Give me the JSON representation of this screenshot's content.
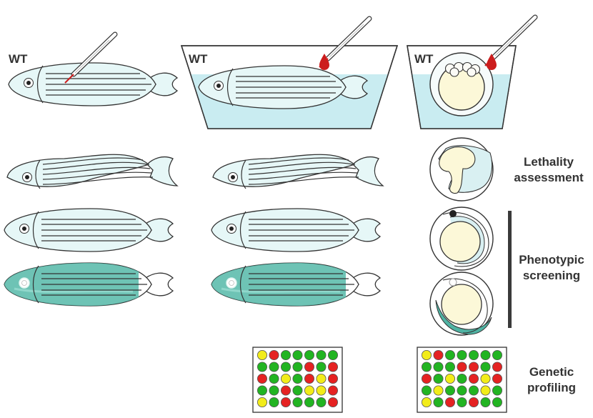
{
  "labels": {
    "wt_adult": "WT",
    "wt_tank": "WT",
    "wt_embryo": "WT",
    "lethality": [
      "Lethality",
      "assessment"
    ],
    "phenotypic": [
      "Phenotypic",
      "screening"
    ],
    "genetic": [
      "Genetic",
      "profiling"
    ]
  },
  "colors": {
    "fish_light": "#e6f7f7",
    "fish_teal": "#4fb3a3",
    "tank_water": "#c9ecf1",
    "yolk": "#fcf8d8",
    "blood_drop": "#cc1d1d",
    "plate_green": "#22b422",
    "plate_red": "#e52222",
    "plate_yellow": "#f2ec1a",
    "screening_bar": "#3a3a3a"
  },
  "icons": [
    "syringe-icon",
    "blood-drop-icon",
    "fish-icon",
    "embryo-icon",
    "well-plate-icon"
  ],
  "plates": [
    {
      "name": "plate-middle",
      "rows": [
        [
          "Y",
          "R",
          "G",
          "G",
          "G",
          "G",
          "G"
        ],
        [
          "G",
          "G",
          "G",
          "G",
          "R",
          "G",
          "R"
        ],
        [
          "R",
          "G",
          "Y",
          "G",
          "R",
          "Y",
          "R"
        ],
        [
          "G",
          "G",
          "R",
          "G",
          "Y",
          "Y",
          "R"
        ],
        [
          "Y",
          "G",
          "R",
          "G",
          "G",
          "G",
          "R"
        ]
      ]
    },
    {
      "name": "plate-right",
      "rows": [
        [
          "Y",
          "R",
          "G",
          "G",
          "G",
          "G",
          "G"
        ],
        [
          "G",
          "G",
          "G",
          "R",
          "R",
          "G",
          "R"
        ],
        [
          "R",
          "G",
          "Y",
          "G",
          "R",
          "Y",
          "R"
        ],
        [
          "G",
          "Y",
          "G",
          "G",
          "G",
          "Y",
          "G"
        ],
        [
          "Y",
          "G",
          "R",
          "G",
          "R",
          "G",
          "G"
        ]
      ]
    }
  ]
}
